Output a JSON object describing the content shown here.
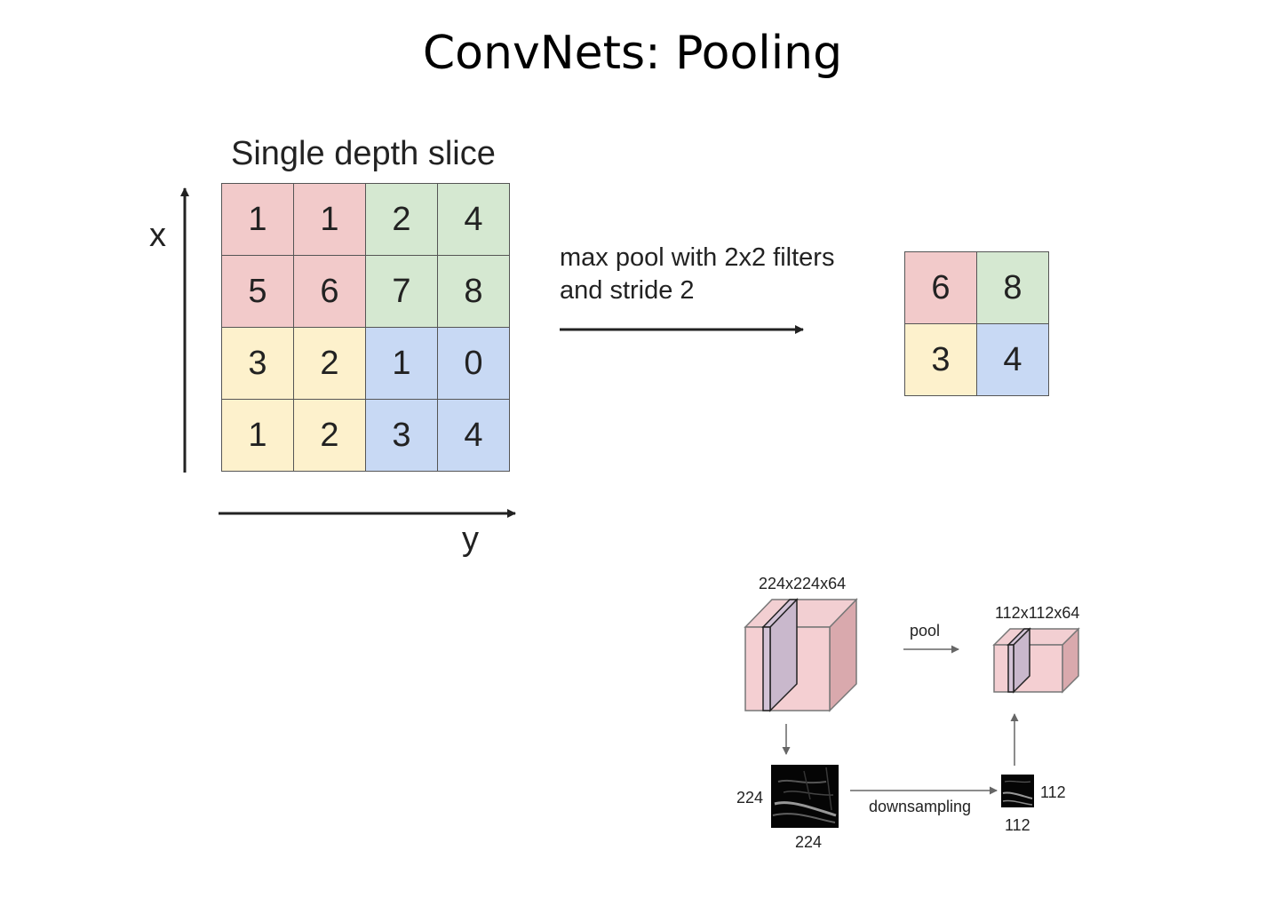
{
  "title": "ConvNets: Pooling",
  "input": {
    "label": "Single depth slice",
    "rows": [
      [
        1,
        1,
        2,
        4
      ],
      [
        5,
        6,
        7,
        8
      ],
      [
        3,
        2,
        1,
        0
      ],
      [
        1,
        2,
        3,
        4
      ]
    ],
    "x_axis_label": "x",
    "y_axis_label": "y"
  },
  "operation": {
    "line1": "max pool with 2x2 filters",
    "line2": "and stride 2"
  },
  "output": {
    "rows": [
      [
        6,
        8
      ],
      [
        3,
        4
      ]
    ]
  },
  "volume_diagram": {
    "input_size": "224x224x64",
    "output_size": "112x112x64",
    "pool_label": "pool",
    "downsampling_label": "downsampling",
    "input_height": "224",
    "input_width": "224",
    "output_height": "112",
    "output_width": "112"
  },
  "colors": {
    "red_quadrant": "#f2caca",
    "green_quadrant": "#d5e8d1",
    "yellow_quadrant": "#fdf1cc",
    "blue_quadrant": "#c8d9f4",
    "volume_front": "#f4cfd2",
    "volume_side": "#d9a9ad",
    "volume_slice": "#d3c3d6"
  }
}
